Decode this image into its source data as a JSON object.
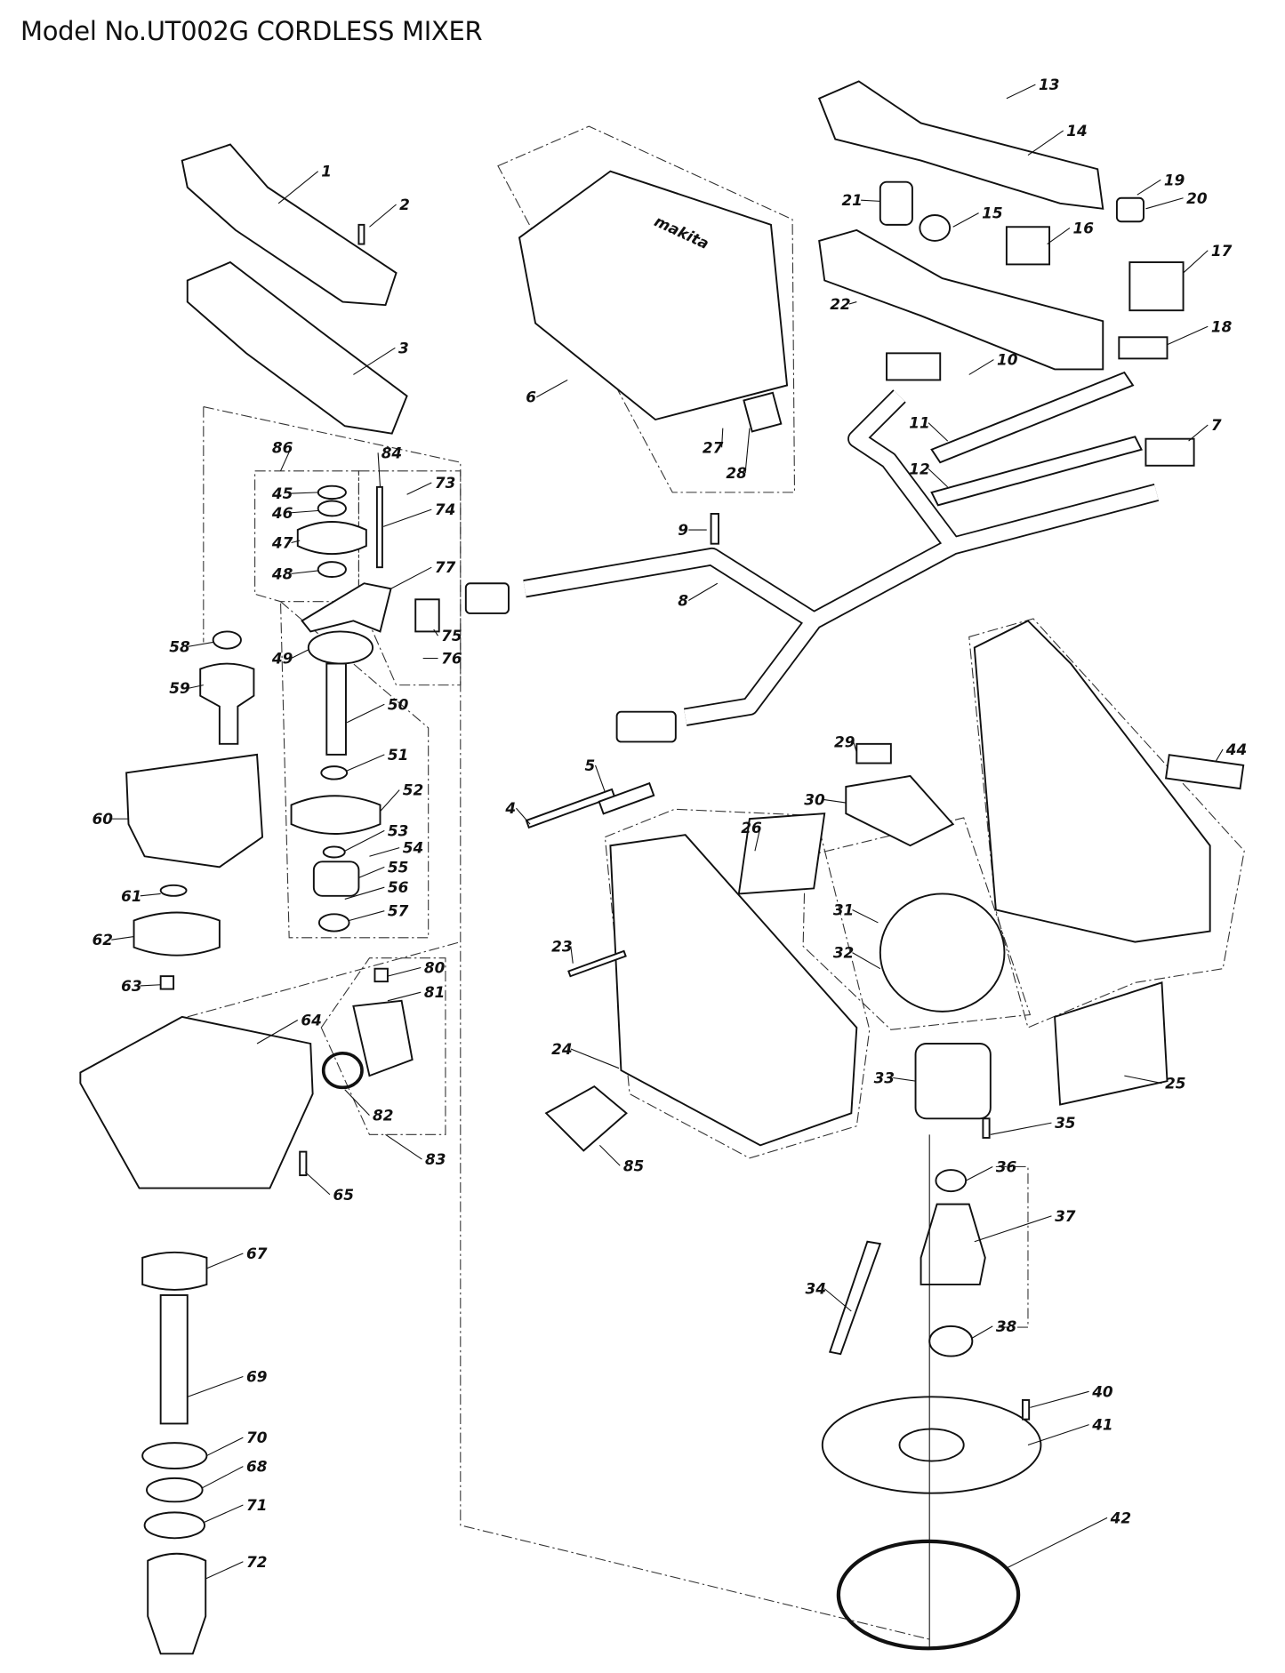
{
  "title": "Model No.UT002G CORDLESS MIXER",
  "part_numbers": [
    "1",
    "2",
    "3",
    "4",
    "5",
    "6",
    "7",
    "8",
    "9",
    "10",
    "11",
    "12",
    "13",
    "14",
    "15",
    "16",
    "17",
    "18",
    "19",
    "20",
    "21",
    "22",
    "23",
    "24",
    "25",
    "26",
    "27",
    "28",
    "29",
    "30",
    "31",
    "32",
    "33",
    "34",
    "35",
    "36",
    "37",
    "38",
    "40",
    "41",
    "42",
    "44",
    "45",
    "46",
    "47",
    "48",
    "49",
    "50",
    "51",
    "52",
    "53",
    "54",
    "55",
    "56",
    "57",
    "58",
    "59",
    "60",
    "61",
    "62",
    "63",
    "64",
    "65",
    "67",
    "68",
    "69",
    "70",
    "71",
    "72",
    "73",
    "74",
    "75",
    "76",
    "77",
    "80",
    "81",
    "82",
    "83",
    "84",
    "85",
    "86"
  ],
  "brand_mark": "makita"
}
